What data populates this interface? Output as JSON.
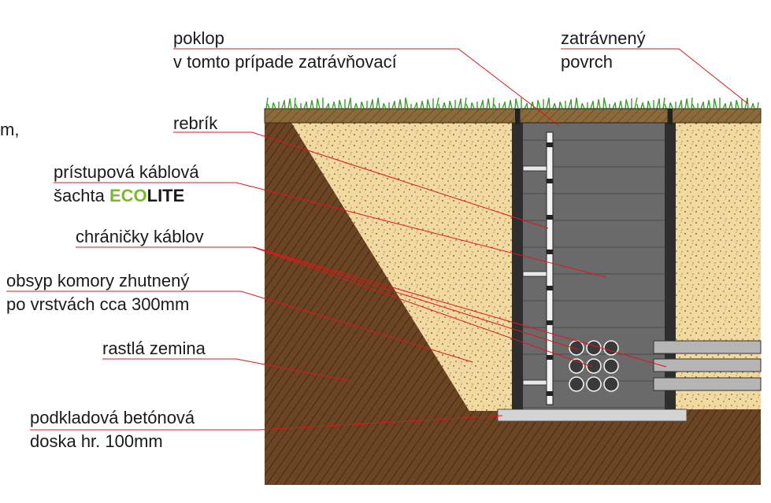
{
  "labels": {
    "cut_fragment": "m,",
    "poklop_1": "poklop",
    "poklop_2": "v tomto prípade zatrávňovací",
    "surface_1": "zatrávnený",
    "surface_2": "povrch",
    "rebrik": "rebrík",
    "shaft_1": "prístupová káblová",
    "shaft_2_prefix": "šachta ",
    "brand_eco": "ECO",
    "brand_lite": "LITE",
    "chranicky": "chráničky káblov",
    "obsyp_1": "obsyp komory zhutnený",
    "obsyp_2": "po vrstvách cca 300mm",
    "rastla": "rastlá zemina",
    "doska_1": "podkladová betónová",
    "doska_2": "doska hr. 100mm"
  },
  "colors": {
    "brand_green": "#7ab929",
    "leader_line": "#e0161b",
    "soil": "#6b4423",
    "backfill": "#f2d9a0",
    "shaft_wall": "#3a3a3a",
    "shaft_interior": "#6a6a6a",
    "grass": "#3aa02a",
    "concrete": "#d4d4d4"
  }
}
